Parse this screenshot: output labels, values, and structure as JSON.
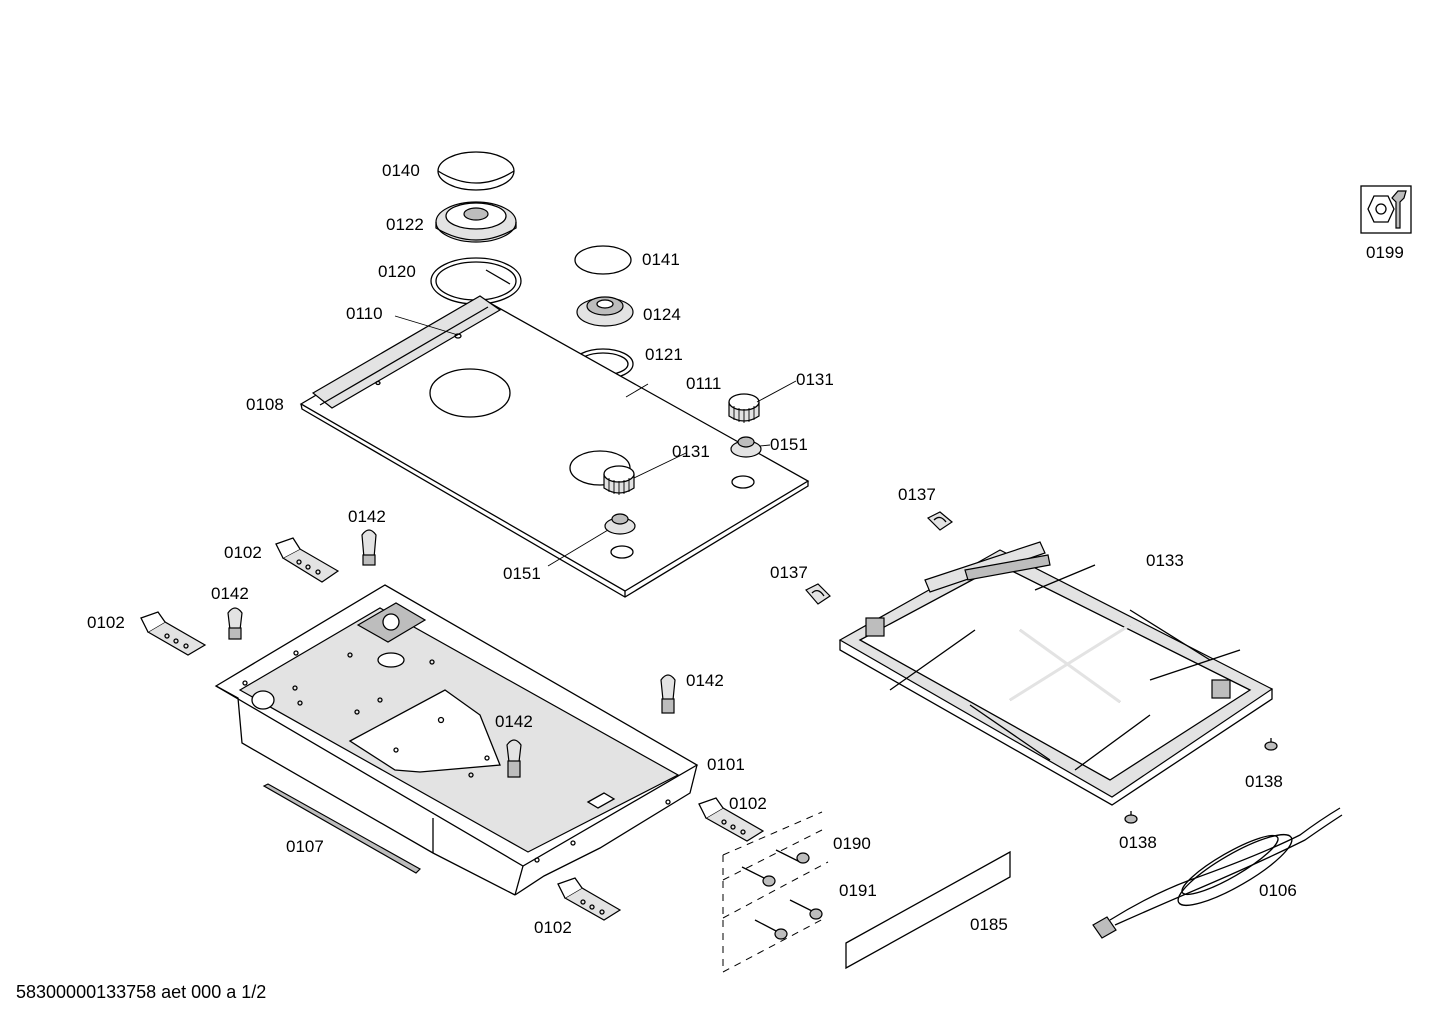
{
  "footer": "58300000133758 aet 000 a 1/2",
  "labels": {
    "l0140": "0140",
    "l0122": "0122",
    "l0120": "0120",
    "l0110": "0110",
    "l0108": "0108",
    "l0141": "0141",
    "l0124": "0124",
    "l0121": "0121",
    "l0111": "0111",
    "l0131a": "0131",
    "l0131b": "0131",
    "l0151a": "0151",
    "l0151b": "0151",
    "l0142a": "0142",
    "l0142b": "0142",
    "l0142c": "0142",
    "l0142d": "0142",
    "l0102a": "0102",
    "l0102b": "0102",
    "l0102c": "0102",
    "l0102d": "0102",
    "l0101": "0101",
    "l0107": "0107",
    "l0190": "0190",
    "l0191": "0191",
    "l0185": "0185",
    "l0137a": "0137",
    "l0137b": "0137",
    "l0133": "0133",
    "l0138a": "0138",
    "l0138b": "0138",
    "l0106": "0106",
    "l0199": "0199"
  },
  "icons": {
    "service": "nut-and-wrench-icon"
  }
}
